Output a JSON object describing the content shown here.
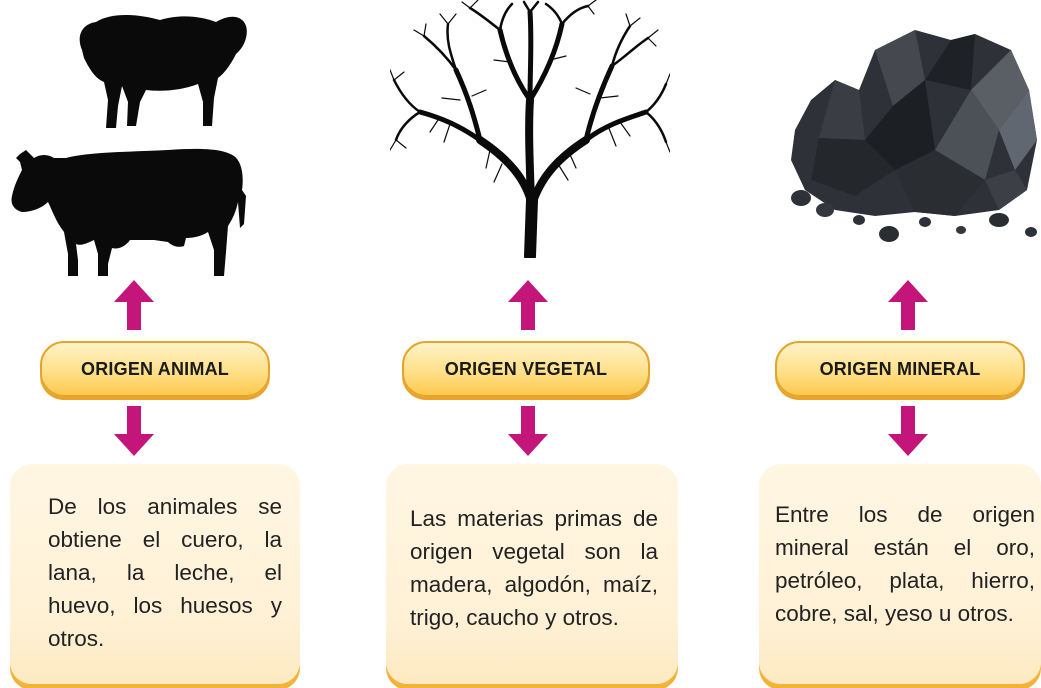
{
  "columns": [
    {
      "id": "animal",
      "label": "ORIGEN ANIMAL",
      "text": "De los animales se obtiene el cuero, la lana, la leche, el huevo, los huesos y otros.",
      "icons": [
        "sheep-silhouette",
        "cow-silhouette"
      ]
    },
    {
      "id": "vegetal",
      "label": "ORIGEN VEGETAL",
      "text": "Las materias primas de origen vegetal son la madera, algodón, maíz, trigo, caucho y otros.",
      "icons": [
        "tree-silhouette"
      ]
    },
    {
      "id": "mineral",
      "label": "ORIGEN MINERAL",
      "text": "Entre los de origen mineral están el oro, petróleo, plata, hierro, cobre, sal, yeso u otros.",
      "icons": [
        "mineral-rocks"
      ]
    }
  ],
  "colors": {
    "arrow": "#c4167a",
    "pill_fill": "#ffe08a",
    "pill_border": "#e5a52b",
    "card_fill": "#fff3dc",
    "card_shadow": "#f3b33a",
    "silhouette": "#0a0a0a",
    "rock": "#2e3238"
  }
}
